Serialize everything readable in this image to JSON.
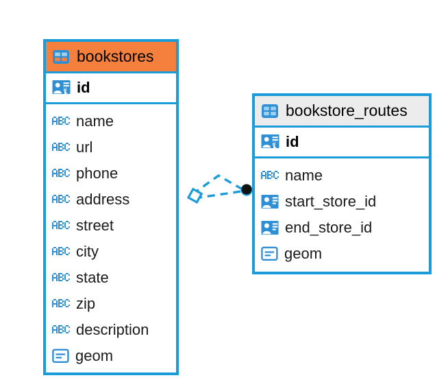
{
  "diagram": {
    "type": "entity-relationship-diagram",
    "background_color": "#ffffff",
    "accent_color": "#1B9BD8",
    "highlight_color": "#F5803E",
    "header_grey": "#ECECEC"
  },
  "entities": [
    {
      "name": "bookstores",
      "title": "bookstores",
      "header_style": "orange",
      "table_icon": "table-icon",
      "primary_key": {
        "label": "id",
        "icon": "primary-key-icon"
      },
      "fields": [
        {
          "label": "name",
          "icon": "abc-text-icon"
        },
        {
          "label": "url",
          "icon": "abc-text-icon"
        },
        {
          "label": "phone",
          "icon": "abc-text-icon"
        },
        {
          "label": "address",
          "icon": "abc-text-icon"
        },
        {
          "label": "street",
          "icon": "abc-text-icon"
        },
        {
          "label": "city",
          "icon": "abc-text-icon"
        },
        {
          "label": "state",
          "icon": "abc-text-icon"
        },
        {
          "label": "zip",
          "icon": "abc-text-icon"
        },
        {
          "label": "description",
          "icon": "abc-text-icon"
        },
        {
          "label": "geom",
          "icon": "geometry-icon"
        }
      ]
    },
    {
      "name": "bookstore_routes",
      "title": "bookstore_routes",
      "header_style": "grey",
      "table_icon": "table-icon",
      "primary_key": {
        "label": "id",
        "icon": "primary-key-icon"
      },
      "fields": [
        {
          "label": "name",
          "icon": "abc-text-icon"
        },
        {
          "label": "start_store_id",
          "icon": "foreign-key-icon"
        },
        {
          "label": "end_store_id",
          "icon": "foreign-key-icon"
        },
        {
          "label": "geom",
          "icon": "geometry-icon"
        }
      ]
    }
  ],
  "relationship": {
    "style": "dashed",
    "color": "#1B9BD8",
    "source_marker": "open-diamond",
    "target_marker": "filled-circle",
    "target_marker_color": "#111111"
  }
}
